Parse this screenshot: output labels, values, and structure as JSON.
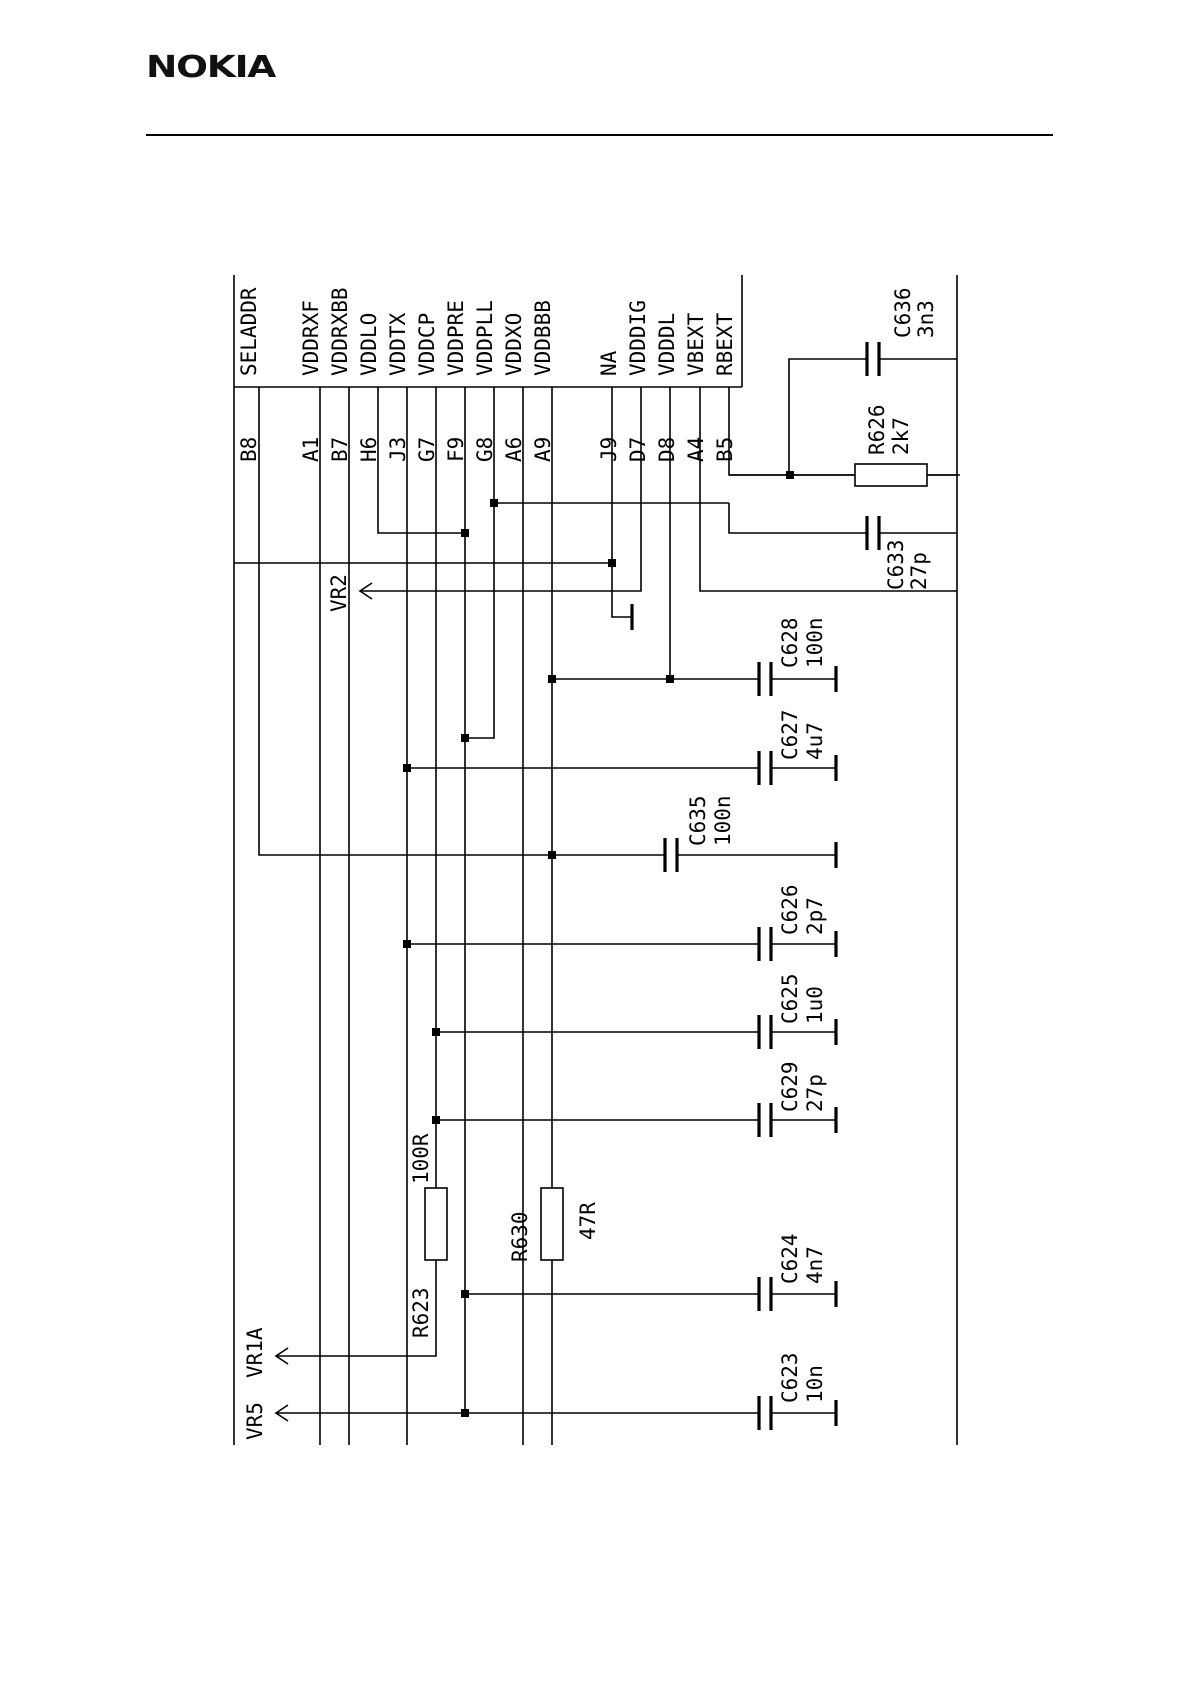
{
  "header": {
    "logo_text": "NOKIA"
  },
  "pins": [
    {
      "name": "SELADDR",
      "ball": "B8"
    },
    {
      "name": "VDDRXF",
      "ball": "A1"
    },
    {
      "name": "VDDRXBB",
      "ball": "B7"
    },
    {
      "name": "VDDLO",
      "ball": "H6"
    },
    {
      "name": "VDDTX",
      "ball": "J3"
    },
    {
      "name": "VDDCP",
      "ball": "G7"
    },
    {
      "name": "VDDPRE",
      "ball": "F9"
    },
    {
      "name": "VDDPLL",
      "ball": "G8"
    },
    {
      "name": "VDDXO",
      "ball": "A6"
    },
    {
      "name": "VDDBBB",
      "ball": "A9"
    },
    {
      "name": "NA",
      "ball": "J9"
    },
    {
      "name": "VDDDIG",
      "ball": "D7"
    },
    {
      "name": "VDDDL",
      "ball": "D8"
    },
    {
      "name": "VBEXT",
      "ball": "A4"
    },
    {
      "name": "RBEXT",
      "ball": "B5"
    }
  ],
  "components": {
    "C636": {
      "ref": "C636",
      "value": "3n3"
    },
    "R626": {
      "ref": "R626",
      "value": "2k7"
    },
    "C633": {
      "ref": "C633",
      "value": "27p"
    },
    "C628": {
      "ref": "C628",
      "value": "100n"
    },
    "C627": {
      "ref": "C627",
      "value": "4u7"
    },
    "C635": {
      "ref": "C635",
      "value": "100n"
    },
    "C626": {
      "ref": "C626",
      "value": "2p7"
    },
    "C625": {
      "ref": "C625",
      "value": "1u0"
    },
    "C629": {
      "ref": "C629",
      "value": "27p"
    },
    "R623": {
      "ref": "R623",
      "value": "100R"
    },
    "R630": {
      "ref": "R630",
      "value": "47R"
    },
    "C624": {
      "ref": "C624",
      "value": "4n7"
    },
    "C623": {
      "ref": "C623",
      "value": "10n"
    }
  },
  "nets": {
    "vr2": "VR2",
    "vr1a": "VR1A",
    "vr5": "VR5"
  }
}
